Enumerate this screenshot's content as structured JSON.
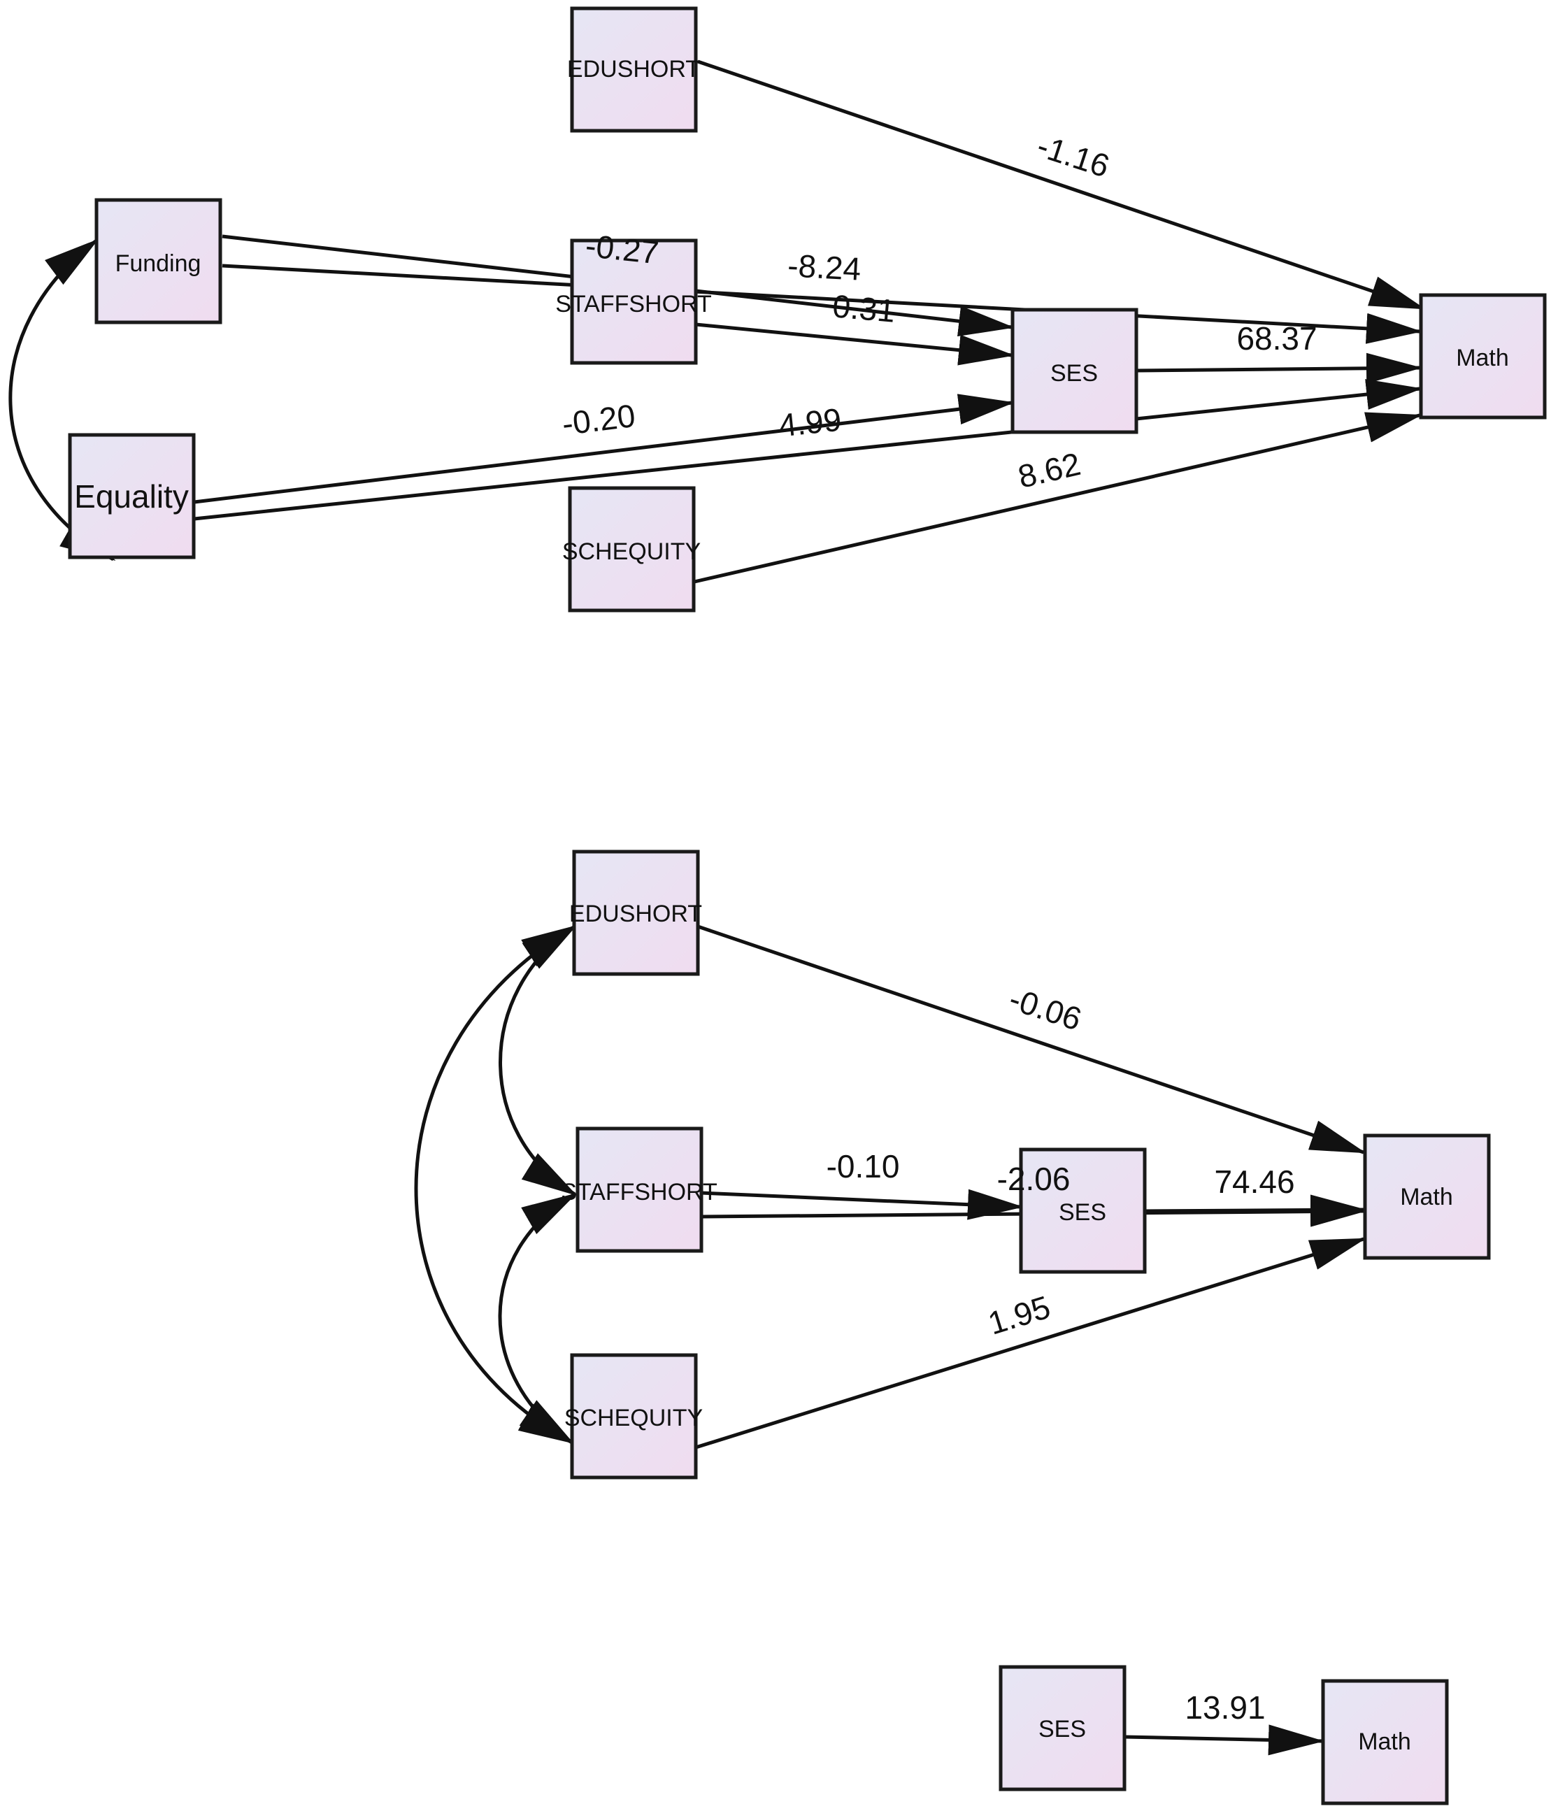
{
  "panel_top": {
    "nodes": {
      "edushort": "EDUSHORT",
      "funding": "Funding",
      "staffshort": "STAFFSHORT",
      "ses": "SES",
      "math": "Math",
      "equality": "Equality",
      "schequity": "SCHEQUITY"
    },
    "coefficients": {
      "edushort_math": "-1.16",
      "funding_ses": "-0.27",
      "funding_math": "-8.24",
      "staffshort_ses": "0.31",
      "ses_math": "68.37",
      "equality_ses": "-0.20",
      "equality_math": "4.99",
      "schequity_math": "8.62"
    }
  },
  "panel_middle": {
    "nodes": {
      "edushort": "EDUSHORT",
      "staffshort": "STAFFSHORT",
      "ses": "SES",
      "math": "Math",
      "schequity": "SCHEQUITY"
    },
    "coefficients": {
      "edushort_math": "-0.06",
      "staffshort_ses": "-0.10",
      "staffshort_math": "-2.06",
      "ses_math": "74.46",
      "schequity_math": "1.95"
    }
  },
  "panel_bottom": {
    "nodes": {
      "ses": "SES",
      "math": "Math"
    },
    "coefficients": {
      "ses_math": "13.91"
    }
  },
  "colors": {
    "node_fill_start": "#e6e6f4",
    "node_fill_end": "#f0dcf0",
    "stroke": "#111111"
  }
}
